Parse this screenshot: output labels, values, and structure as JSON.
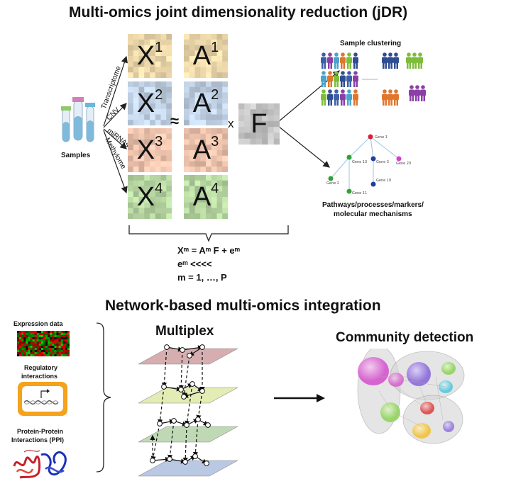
{
  "jdr": {
    "title": "Multi-omics joint dimensionality reduction (jDR)",
    "samples_label": "Samples",
    "omics": [
      "Transcriptome",
      "CNV",
      "miRNAs",
      "Methylome"
    ],
    "x_matrices": [
      {
        "base": "X",
        "sup": "1",
        "color": "#f1dcae"
      },
      {
        "base": "X",
        "sup": "2",
        "color": "#c6d7ea"
      },
      {
        "base": "X",
        "sup": "3",
        "color": "#f2c7b1"
      },
      {
        "base": "X",
        "sup": "4",
        "color": "#bcdca6"
      }
    ],
    "a_matrices": [
      {
        "base": "A",
        "sup": "1",
        "color": "#f1dcae"
      },
      {
        "base": "A",
        "sup": "2",
        "color": "#c6d7ea"
      },
      {
        "base": "A",
        "sup": "3",
        "color": "#f2c7b1"
      },
      {
        "base": "A",
        "sup": "4",
        "color": "#bcdca6"
      }
    ],
    "approx_symbol": "≈",
    "times_symbol": "x",
    "f_matrix": "F",
    "sample_clustering_label": "Sample clustering",
    "pathways_label_line1": "Pathways/processes/markers/",
    "pathways_label_line2": "molecular mechanisms",
    "genes": [
      "Gene 1",
      "Gene 13",
      "Gene 3",
      "Gene 20",
      "Gene 2",
      "Gene 10",
      "Gene 11"
    ],
    "equation_line1": "Xᵐ = Aᵐ F + eᵐ",
    "equation_line2": "eᵐ <<<<",
    "equation_line3": "m = 1, …, P"
  },
  "network": {
    "title": "Network-based multi-omics integration",
    "inputs": [
      {
        "label": "Expression data"
      },
      {
        "label_line1": "Regulatory",
        "label_line2": "interactions"
      },
      {
        "label_line1": "Protein-Protein",
        "label_line2": "Interactions (PPI)"
      }
    ],
    "multiplex_label": "Multiplex",
    "layer_colors": [
      "#d7aeb0",
      "#e3ecb4",
      "#bfd9b4",
      "#b9c8e3"
    ],
    "community_label": "Community detection"
  }
}
